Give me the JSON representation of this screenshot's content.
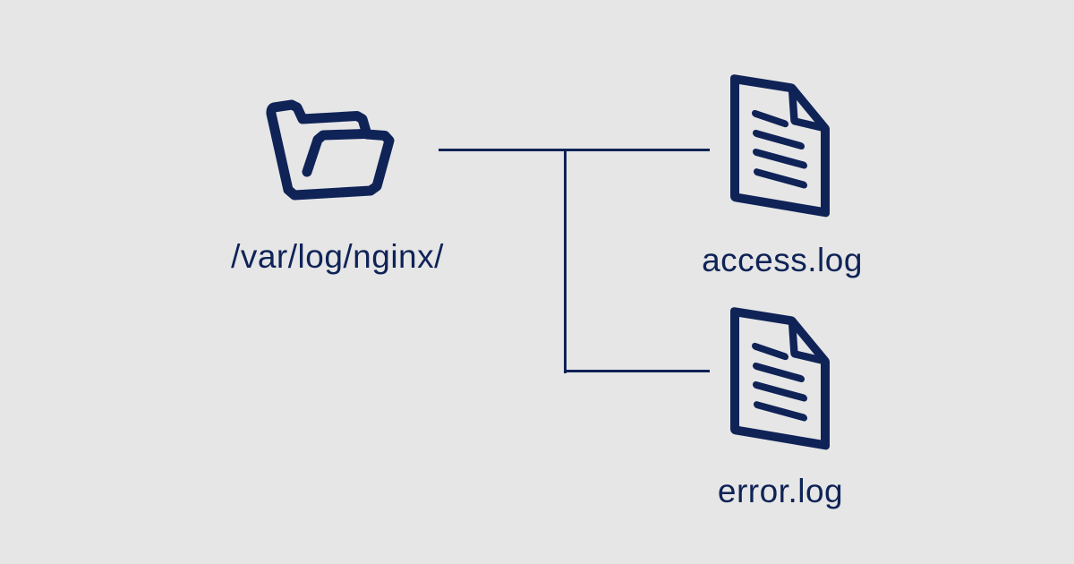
{
  "meta": {
    "type": "file-tree-diagram",
    "description": "Diagram of nginx log directory containing access.log and error.log"
  },
  "colors": {
    "ink": "#0f2357",
    "background": "#e6e6e6"
  },
  "diagram": {
    "folder": {
      "label": "/var/log/nginx/",
      "icon": "open-folder-icon"
    },
    "files": [
      {
        "label": "access.log",
        "icon": "document-icon"
      },
      {
        "label": "error.log",
        "icon": "document-icon"
      }
    ],
    "connectors": [
      {
        "from": "folder",
        "to": "access.log",
        "shape": "horizontal-line"
      },
      {
        "from": "folder",
        "to": "error.log",
        "shape": "elbow-line"
      }
    ]
  }
}
